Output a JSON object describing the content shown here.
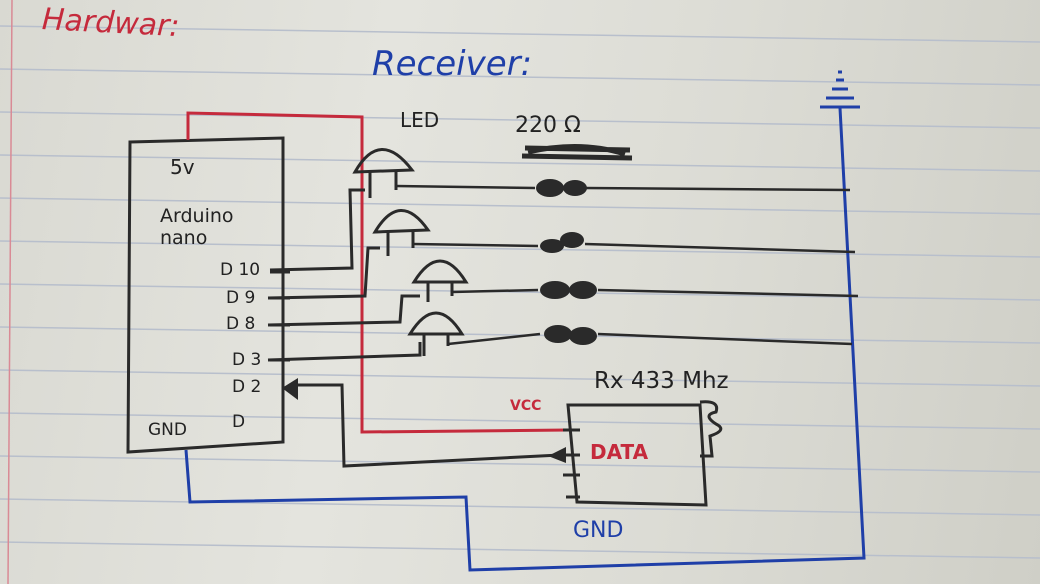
{
  "title": "Hardwar:",
  "subtitle": "Receiver:",
  "arduino": {
    "supply_label": "5v",
    "name": "Arduino nano",
    "pins": [
      "D 10",
      "D 9",
      "D 8",
      "D 3",
      "D 2",
      "GND",
      "D"
    ]
  },
  "led_label": "LED",
  "resistor_label": "220 Ω",
  "receiver": {
    "title": "Rx 433 Mhz",
    "vcc": "VCC",
    "data": "DATA",
    "gnd": "GND"
  },
  "colors": {
    "ink_black": "#2a2a2a",
    "ink_red": "#c52a3c",
    "ink_blue": "#1f3fa8",
    "paper_line": "#b8bfcc",
    "margin_line": "#d98a95"
  }
}
